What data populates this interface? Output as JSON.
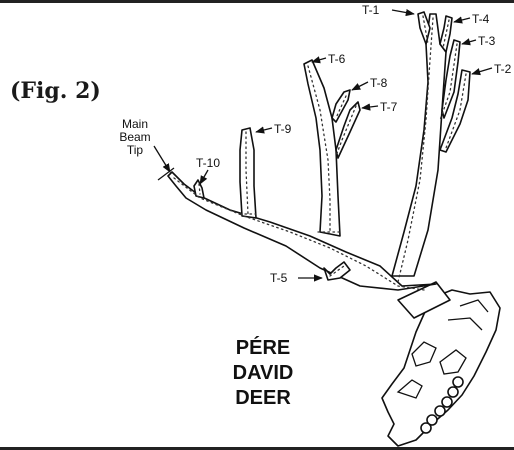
{
  "figure_label": "(Fig. 2)",
  "main_beam_tip": [
    "Main",
    "Beam",
    "Tip"
  ],
  "tines": {
    "t1": "T-1",
    "t2": "T-2",
    "t3": "T-3",
    "t4": "T-4",
    "t5": "T-5",
    "t6": "T-6",
    "t7": "T-7",
    "t8": "T-8",
    "t9": "T-9",
    "t10": "T-10"
  },
  "species_title": [
    "PÉRE",
    "DAVID",
    "DEER"
  ]
}
